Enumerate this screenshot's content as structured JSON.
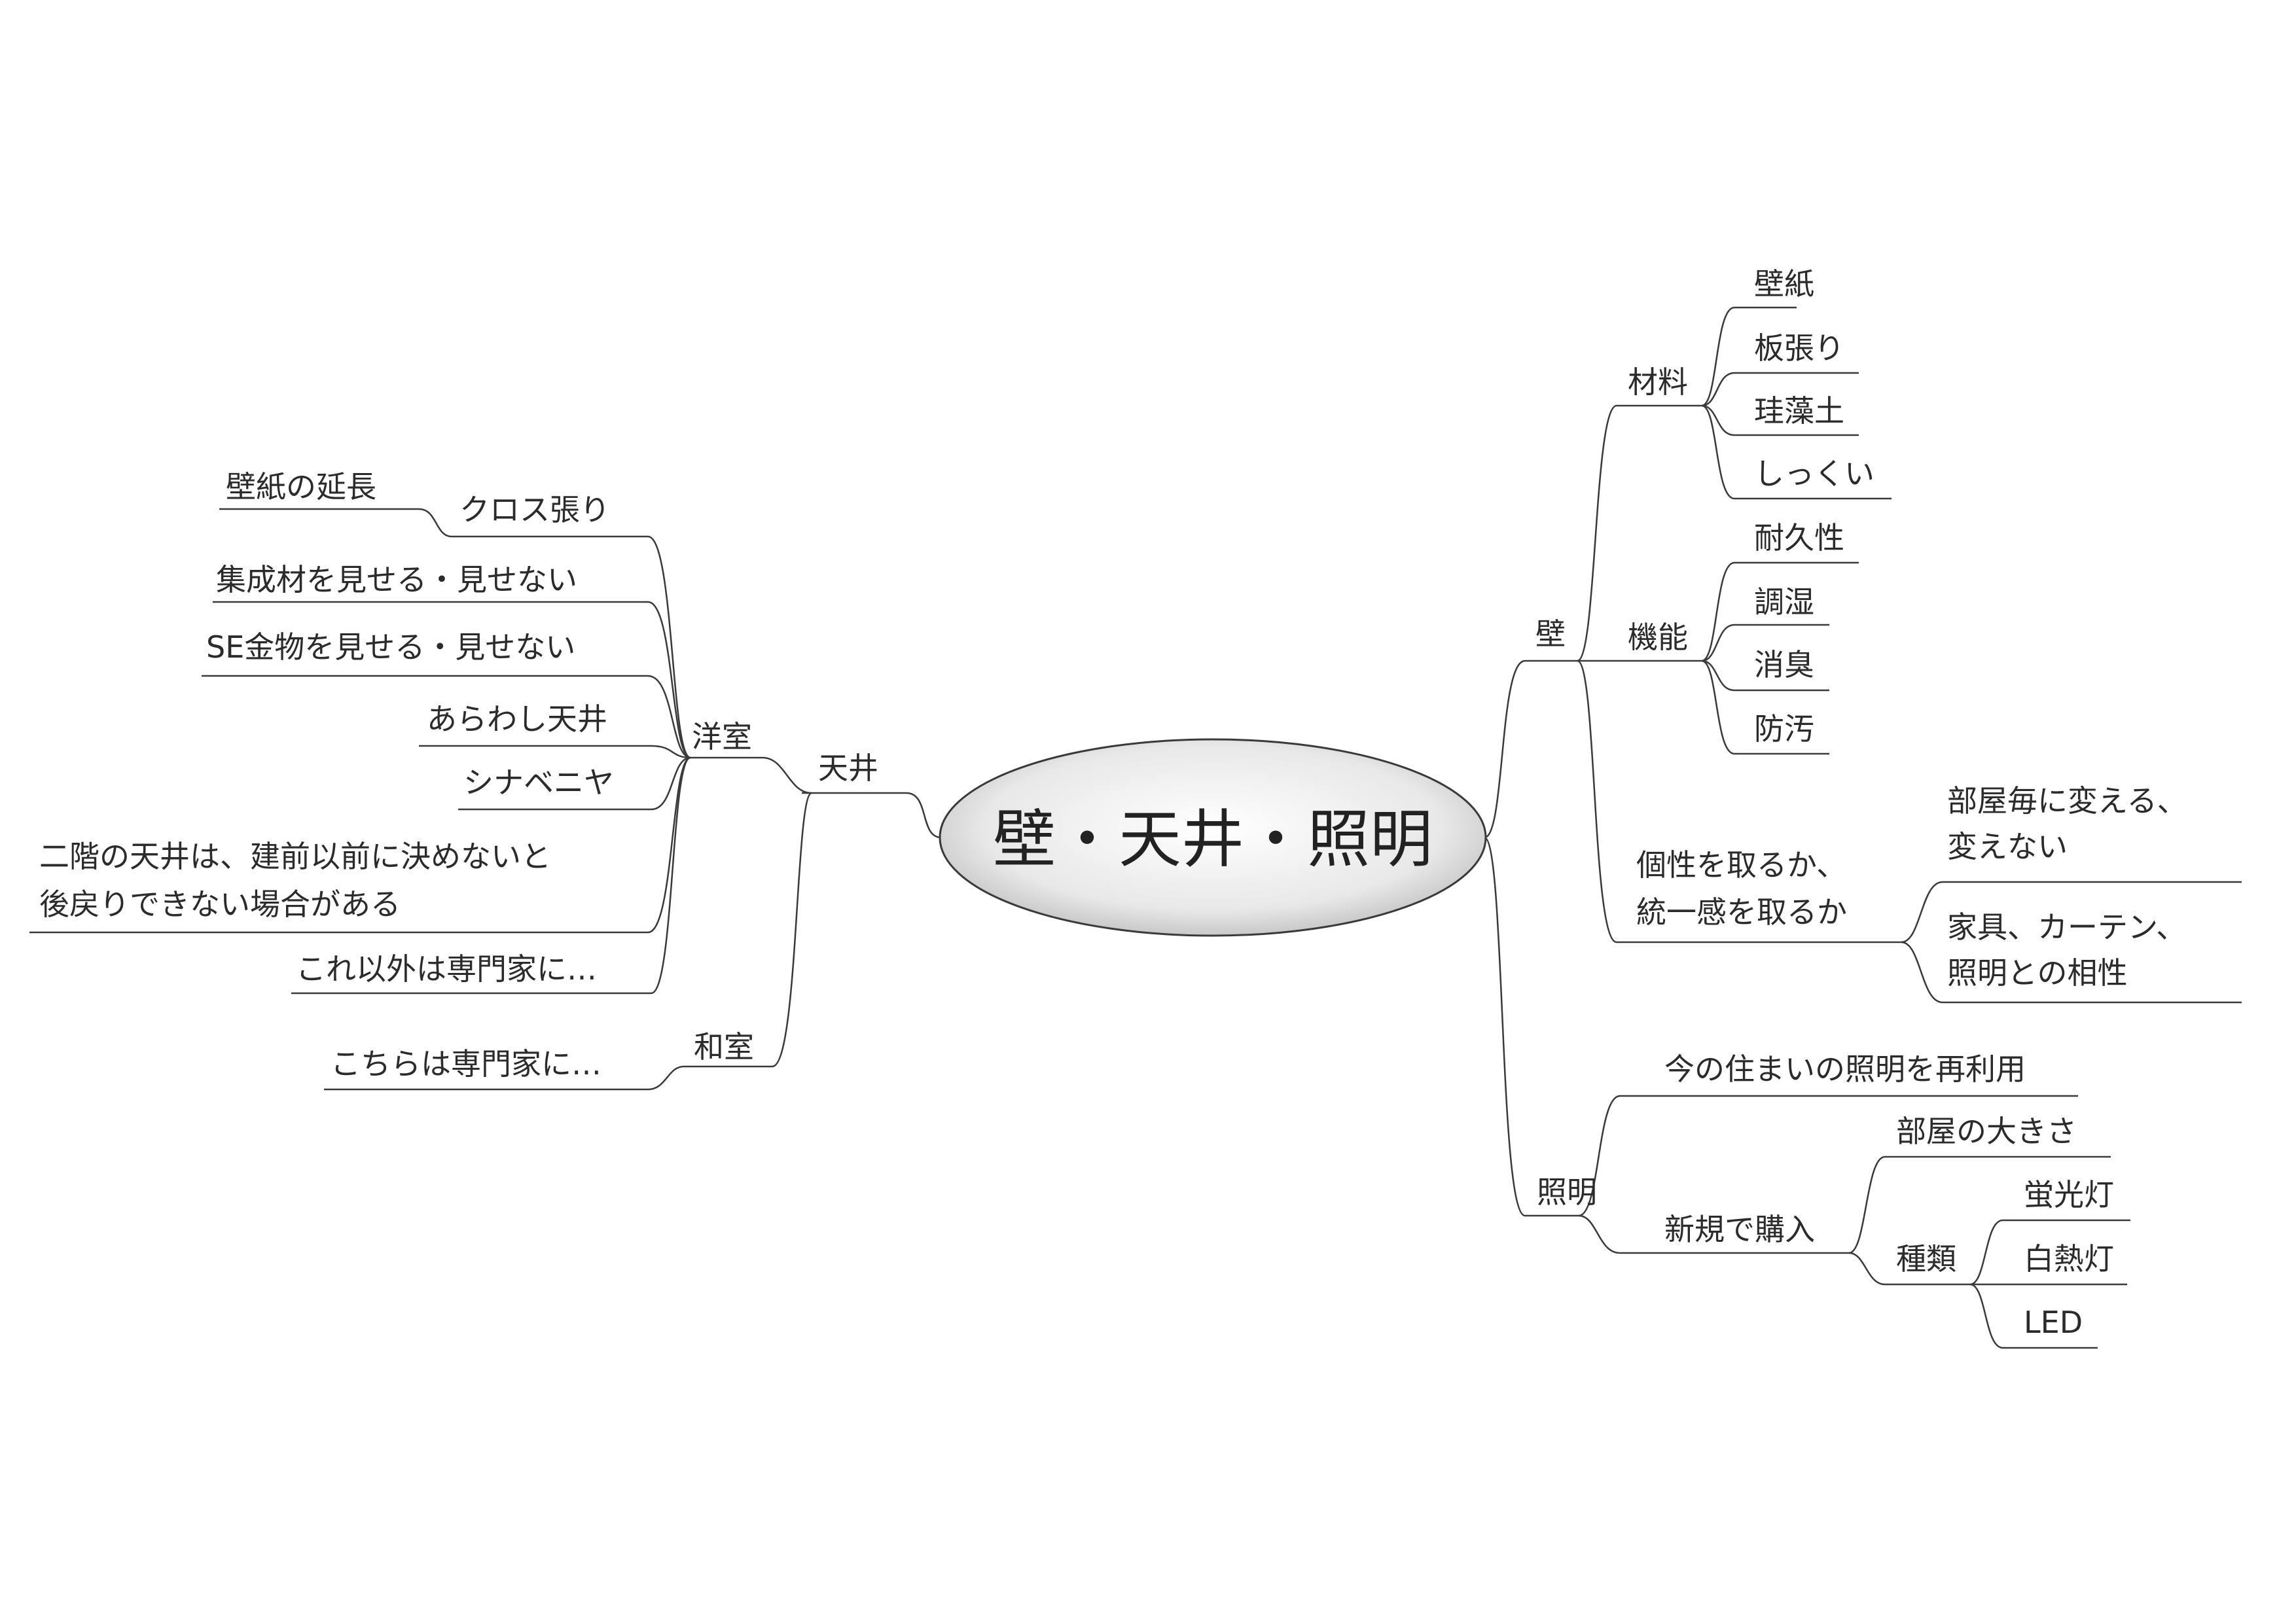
{
  "center": {
    "title": "壁・天井・照明"
  },
  "ceiling": {
    "label": "天井",
    "western": {
      "label": "洋室",
      "cloth": {
        "label": "クロス張り",
        "child": "壁紙の延長"
      },
      "show_laminated": "集成材を見せる・見せない",
      "show_se": "SE金物を見せる・見せない",
      "exposed": "あらわし天井",
      "linden": "シナベニヤ",
      "second_floor": {
        "line1": "二階の天井は、建前以前に決めないと",
        "line2": "後戻りできない場合がある"
      },
      "experts": "これ以外は専門家に…"
    },
    "japanese": {
      "label": "和室",
      "experts": "こちらは専門家に…"
    }
  },
  "wall": {
    "label": "壁",
    "material": {
      "label": "材料",
      "items": [
        "壁紙",
        "板張り",
        "珪藻土",
        "しっくい"
      ]
    },
    "function": {
      "label": "機能",
      "items": [
        "耐久性",
        "調湿",
        "消臭",
        "防汚"
      ]
    },
    "identity": {
      "line1": "個性を取るか、",
      "line2": "統一感を取るか",
      "option1": {
        "line1": "部屋毎に変える、",
        "line2": "変えない"
      },
      "option2": {
        "line1": "家具、カーテン、",
        "line2": "照明との相性"
      }
    }
  },
  "lighting": {
    "label": "照明",
    "reuse": "今の住まいの照明を再利用",
    "new": {
      "label": "新規で購入",
      "room_size": "部屋の大きさ",
      "types": {
        "label": "種類",
        "items": [
          "蛍光灯",
          "白熱灯",
          "LED"
        ]
      }
    }
  }
}
